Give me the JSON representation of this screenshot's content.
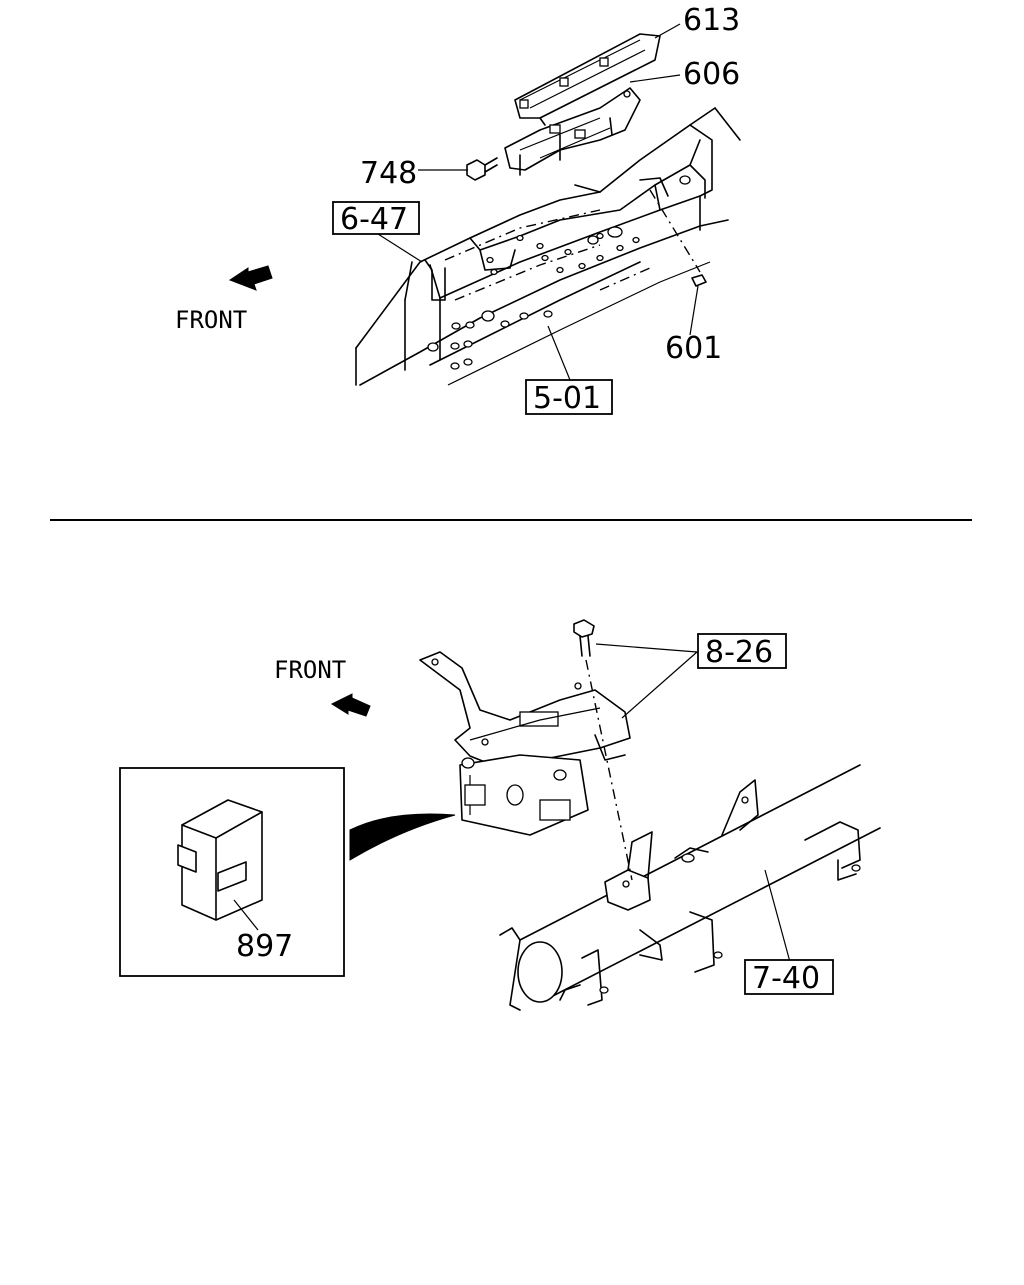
{
  "upper_view": {
    "direction_label": "FRONT",
    "callouts": {
      "p613": "613",
      "p606": "606",
      "p748": "748",
      "p601": "601"
    },
    "references": {
      "r647": "6-47",
      "r501": "5-01"
    }
  },
  "lower_view": {
    "direction_label": "FRONT",
    "callouts": {
      "p897": "897"
    },
    "references": {
      "r826": "8-26",
      "r740": "7-40"
    }
  },
  "icons": {
    "front_arrow": "front-direction-arrow",
    "detail_arrow": "detail-callout-arrow"
  }
}
